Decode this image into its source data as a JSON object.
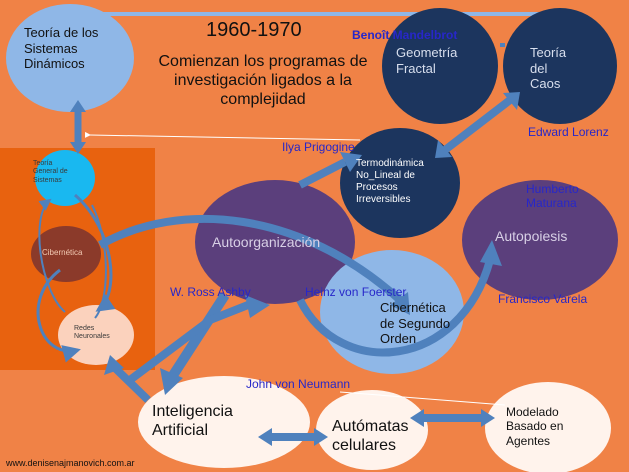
{
  "header": {
    "years": "1960-1970",
    "subtitle": "Comienzan los programas de\ninvestigación ligados a la\ncomplejidad"
  },
  "nodes": {
    "sistemas_dinamicos": "Teoría de los\nSistemas\nDinámicos",
    "geometria_fractal": "Geometría\nFractal",
    "teoria_caos": "Teoría\ndel\nCaos",
    "termodinamica": "Termodinámica\nNo_Lineal de\nProcesos\nIrreversibles",
    "autoorganizacion": "Autoorganización",
    "autopoiesis": "Autopoiesis",
    "cibernetica_2": "Cibernética\nde Segundo\nOrden",
    "inteligencia_artificial": "Inteligencia\nArtificial",
    "automatas": "Autómatas\ncelulares",
    "modelado": "Modelado\nBasado en\nAgentes",
    "tgs": "Teoría\nGeneral de\nSistemas",
    "cibernetica": "Cibernética",
    "redes": "Redes\nNeuronales"
  },
  "people": {
    "mandelbrot": "Benoît Mandelbrot",
    "lorenz": "Edward Lorenz",
    "prigogine": "Ilya Prigogine",
    "maturana": "Humberto Maturana",
    "ashby": "W. Ross Ashby",
    "foerster": "Heinz von Foerster",
    "varela": "Francisco Varela",
    "neumann": "John von Neumann"
  },
  "footer": {
    "website": "www.denisenajmanovich.com.ar"
  },
  "colors": {
    "background": "#f08246",
    "left_panel": "#e8620f",
    "light_blue": "#8fb7e7",
    "navy": "#1c355e",
    "purple": "#5b3f7c",
    "white_node": "#fff3ec",
    "person_label": "#2727c9",
    "arrow": "#4f81bd"
  }
}
